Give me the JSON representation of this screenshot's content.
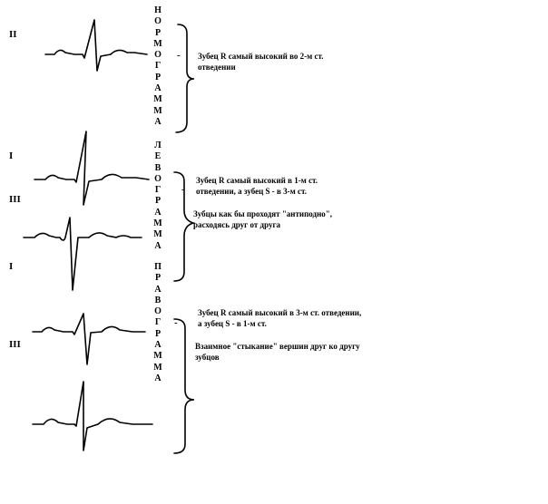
{
  "leads": {
    "ii": "II",
    "i_left": "I",
    "iii_left": "III",
    "i_right": "I",
    "iii_right": "III"
  },
  "words": {
    "normogram": [
      "Н",
      "О",
      "Р",
      "М",
      "О",
      "Г",
      "Р",
      "А",
      "М",
      "М",
      "А"
    ],
    "levogram": [
      "Л",
      "Е",
      "В",
      "О",
      "Г",
      "Р",
      "А",
      "М",
      "М",
      "А"
    ],
    "pravogram": [
      "П",
      "Р",
      "А",
      "В",
      "О",
      "Г",
      "Р",
      "А",
      "М",
      "М",
      "А"
    ]
  },
  "dashes": {
    "d1": "-",
    "d2": "-",
    "d3": "-"
  },
  "descriptions": {
    "normo": [
      "Зубец R  самый высокий во 2-м ст.",
      "   отведении"
    ],
    "levo_1": [
      "Зубец R  самый высокий в 1-м ст.",
      "   отведении, а зубец S - в 3-м ст."
    ],
    "levo_2": [
      "Зубцы как бы проходят \"антиподно\",",
      "расходясь друг от друга"
    ],
    "pravo_1": [
      "Зубец R  самый высокий в 3-м ст. отведении,",
      "а зубец S  - в 1-м ст."
    ],
    "pravo_2": [
      "Взаимное \"стыкание\" вершин друг ко другу",
      "зубцов"
    ]
  }
}
